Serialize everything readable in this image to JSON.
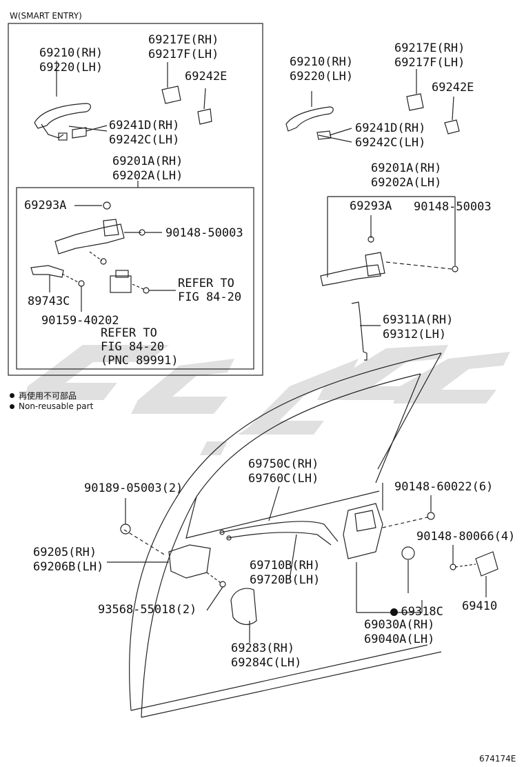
{
  "smart_entry_title": "W(SMART ENTRY)",
  "diagram_id": "674174E",
  "legend": {
    "cn": "再使用不可部品",
    "en": "Non-reusable part"
  },
  "labels": {
    "l01": "69210(RH)",
    "l02": "69220(LH)",
    "l03": "69217E(RH)",
    "l04": "69217F(LH)",
    "l05": "69242E",
    "l06": "69241D(RH)",
    "l07": "69242C(LH)",
    "l08": "69201A(RH)",
    "l09": "69202A(LH)",
    "l10": "69293A",
    "l11": "90148-50003",
    "l12": "REFER TO",
    "l13": "FIG 84-20",
    "l14": "89743C",
    "l15": "90159-40202",
    "l16": "REFER TO",
    "l17": "FIG 84-20",
    "l18": "(PNC 89991)",
    "r01": "69210(RH)",
    "r02": "69220(LH)",
    "r03": "69217E(RH)",
    "r04": "69217F(LH)",
    "r05": "69242E",
    "r06": "69241D(RH)",
    "r07": "69242C(LH)",
    "r08": "69201A(RH)",
    "r09": "69202A(LH)",
    "r10": "69293A",
    "r11": "90148-50003",
    "r12": "69311A(RH)",
    "r13": "69312(LH)",
    "b01": "69750C(RH)",
    "b02": "69760C(LH)",
    "b03": "90189-05003(2)",
    "b04": "90148-60022(6)",
    "b05": "90148-80066(4)",
    "b06": "69205(RH)",
    "b07": "69206B(LH)",
    "b08": "69710B(RH)",
    "b09": "69720B(LH)",
    "b10": "69410",
    "b11": "69318C",
    "b12": "93568-55018(2)",
    "b13": "69030A(RH)",
    "b14": "69040A(LH)",
    "b15": "69283(RH)",
    "b16": "69284C(LH)"
  },
  "colors": {
    "line": "#222222",
    "watermark": "#d9d9d9"
  }
}
